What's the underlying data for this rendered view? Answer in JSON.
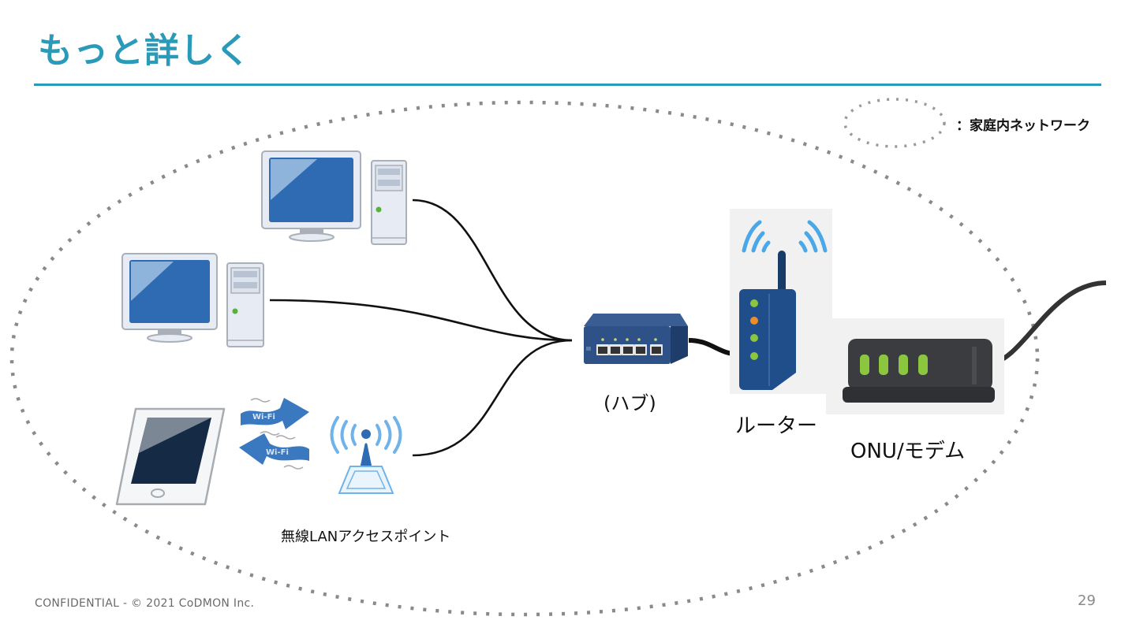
{
  "slide": {
    "title": "もっと詳しく",
    "accent_color": "#2a9ab8",
    "page_number": "29",
    "footer": "CONFIDENTIAL - © 2021 CoDMON Inc."
  },
  "legend": {
    "label": "：家庭内ネットワーク",
    "meaning": "dotted-ellipse = home network"
  },
  "devices": {
    "desktop_pc_1": "desktop-computer",
    "desktop_pc_2": "desktop-computer",
    "tablet": "tablet",
    "wifi_waves": [
      "Wi-Fi",
      "Wi-Fi"
    ],
    "access_point": {
      "label": "無線LANアクセスポイント"
    },
    "hub": {
      "label": "(ハブ)"
    },
    "router": {
      "label": "ルーター"
    },
    "onu": {
      "label": "ONU/モデム"
    }
  }
}
